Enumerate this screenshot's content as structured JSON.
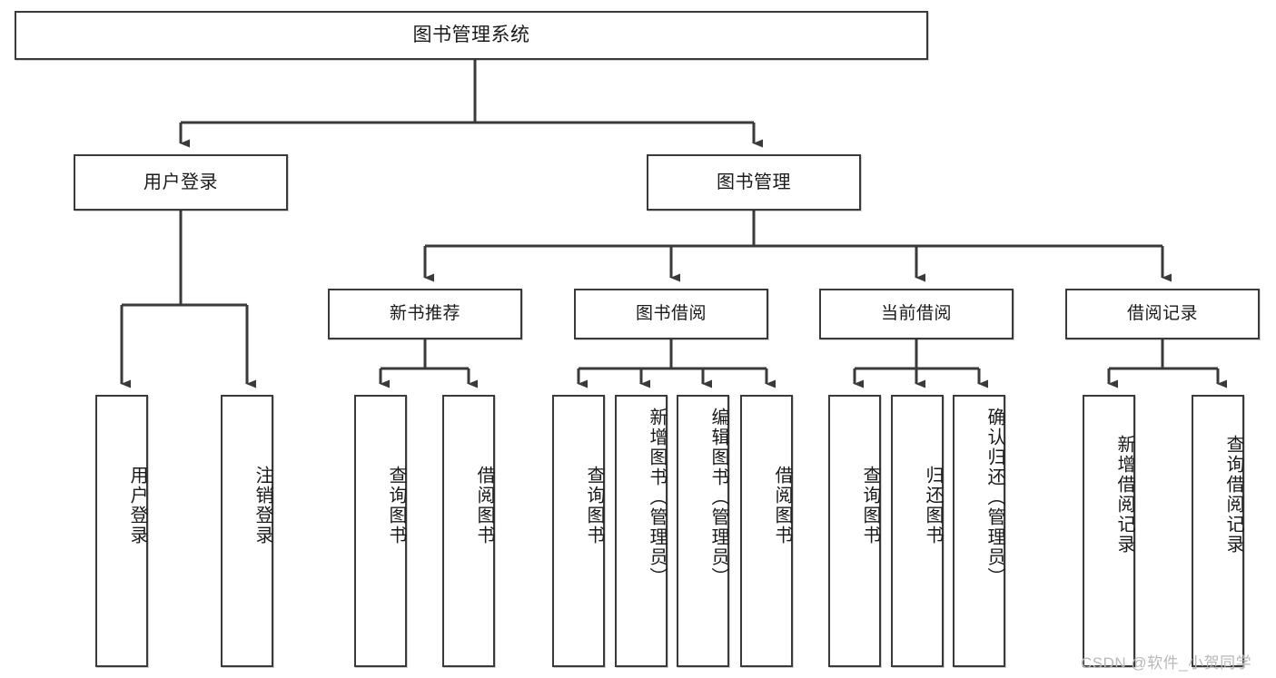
{
  "diagram": {
    "title": "图书管理系统",
    "type": "tree-hierarchy-diagram",
    "watermark": "CSDN @软件_小贺同学",
    "colors": {
      "border": "#3a3a3a",
      "background": "#ffffff",
      "text": "#1a1a1a",
      "watermark": "#b8b8b8"
    },
    "nodes": {
      "root": {
        "label": "图书管理系统"
      },
      "level1": [
        {
          "id": "user-login",
          "label": "用户登录"
        },
        {
          "id": "book-management",
          "label": "图书管理"
        }
      ],
      "level2": [
        {
          "id": "new-book-recommend",
          "label": "新书推荐"
        },
        {
          "id": "book-borrow",
          "label": "图书借阅"
        },
        {
          "id": "current-borrow",
          "label": "当前借阅"
        },
        {
          "id": "borrow-record",
          "label": "借阅记录"
        }
      ],
      "leaves": {
        "user-login": [
          {
            "id": "leaf-user-login",
            "label": "用户登录"
          },
          {
            "id": "leaf-logout",
            "label": "注销登录"
          }
        ],
        "new-book-recommend": [
          {
            "id": "leaf-query-book-1",
            "label": "查询图书"
          },
          {
            "id": "leaf-borrow-book-1",
            "label": "借阅图书"
          }
        ],
        "book-borrow": [
          {
            "id": "leaf-query-book-2",
            "label": "查询图书"
          },
          {
            "id": "leaf-add-book",
            "label": "新增图书（管理员）"
          },
          {
            "id": "leaf-edit-book",
            "label": "编辑图书（管理员）"
          },
          {
            "id": "leaf-borrow-book-2",
            "label": "借阅图书"
          }
        ],
        "current-borrow": [
          {
            "id": "leaf-query-book-3",
            "label": "查询图书"
          },
          {
            "id": "leaf-return-book",
            "label": "归还图书"
          },
          {
            "id": "leaf-confirm-return",
            "label": "确认归还（管理员）"
          }
        ],
        "borrow-record": [
          {
            "id": "leaf-add-record",
            "label": "新增借阅记录"
          },
          {
            "id": "leaf-query-record",
            "label": "查询借阅记录"
          }
        ]
      }
    }
  }
}
